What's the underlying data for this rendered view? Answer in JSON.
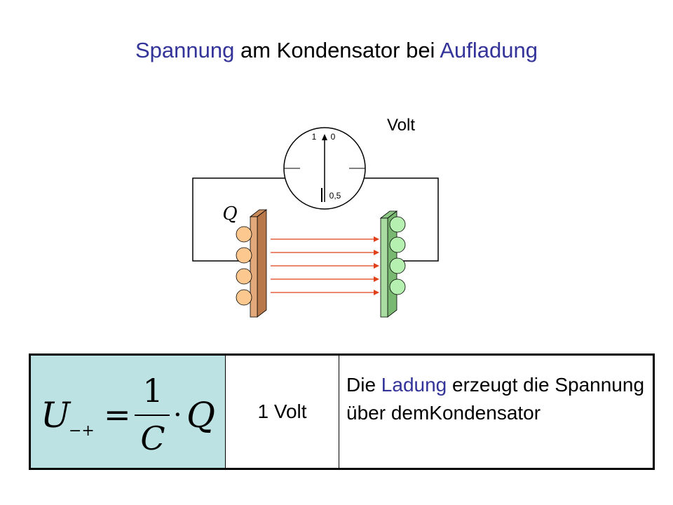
{
  "title": {
    "part1": "Spannung",
    "part2": " am Kondensator bei ",
    "part3": "Aufladung"
  },
  "meter": {
    "unit_label": "Volt",
    "scale_one": "1",
    "scale_zero": "0",
    "scale_half": "0,5"
  },
  "capacitor": {
    "charge_symbol": "Q"
  },
  "formula": {
    "lhs_symbol": "U",
    "lhs_subscript": "−+",
    "equals": "=",
    "numerator": "1",
    "denominator": "C",
    "dot": "·",
    "rhs_symbol": "Q"
  },
  "table": {
    "value": "1 Volt",
    "text_part1": "Die ",
    "text_accent": "Ladung",
    "text_part2": " erzeugt die Spannung über demKondensator"
  },
  "colors": {
    "accent": "#333399",
    "left_plate": "#e3a97a",
    "left_charge": "#fcc890",
    "right_plate": "#a8dca0",
    "right_charge": "#b6f0b0",
    "field_line": "#e0401a",
    "formula_bg": "#bde2e3"
  }
}
